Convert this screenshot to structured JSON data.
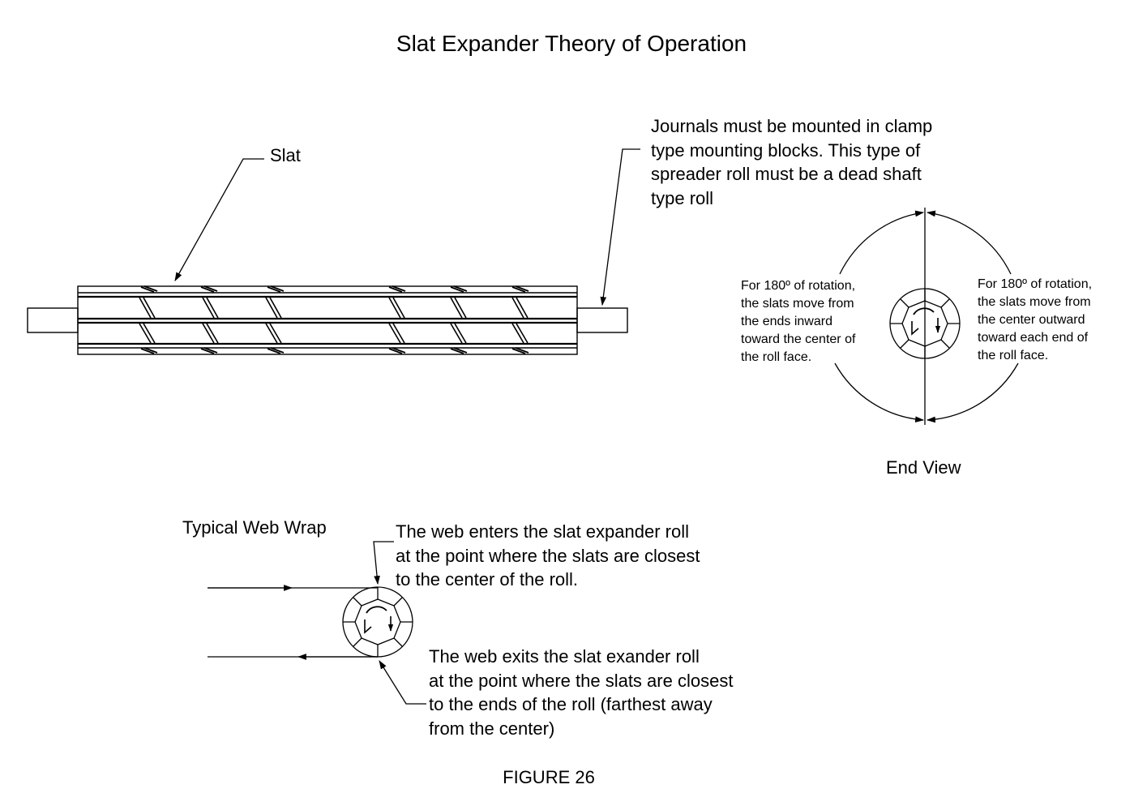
{
  "title": "Slat Expander Theory of Operation",
  "roll_side_view": {
    "slat_label": "Slat",
    "journals_note": [
      "Journals must be mounted in clamp",
      "type mounting blocks.  This type of",
      "spreader roll must be a dead shaft",
      "type roll"
    ]
  },
  "end_view": {
    "caption": "End View",
    "left_note": [
      "For 180º of rotation,",
      "the slats move from",
      "the ends inward",
      "toward the center of",
      "the roll face."
    ],
    "right_note": [
      "For 180º of rotation,",
      "the slats move from",
      "the center outward",
      "toward each end of",
      "the roll face."
    ]
  },
  "web_wrap": {
    "label": "Typical Web Wrap",
    "enter_note": [
      "The web enters the slat expander roll",
      "at the point where the slats are closest",
      "to the center of the roll."
    ],
    "exit_note": [
      "The web exits the slat exander roll",
      "at the point where the slats are closest",
      "to the ends of the roll (farthest away",
      "from the center)"
    ]
  },
  "figure_label": "FIGURE 26"
}
